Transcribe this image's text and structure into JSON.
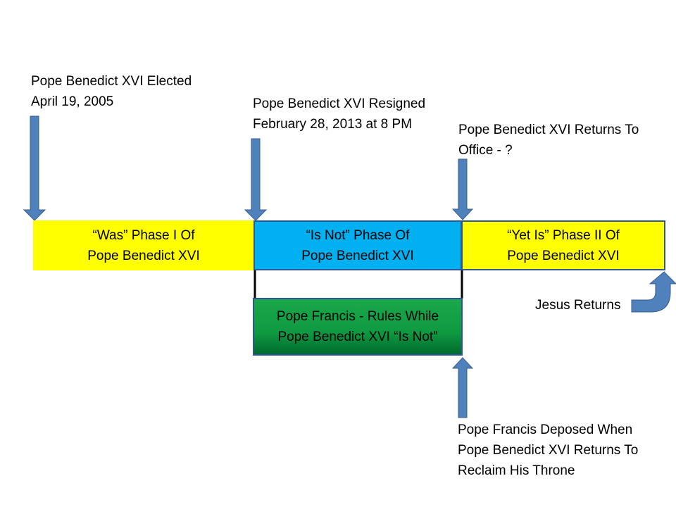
{
  "labels": {
    "elected": [
      "Pope Benedict XVI Elected",
      "April 19, 2005"
    ],
    "resigned": [
      "Pope Benedict XVI Resigned",
      "February 28, 2013 at 8 PM"
    ],
    "returns_to_office": [
      "Pope Benedict XVI Returns To",
      "Office - ?"
    ],
    "deposed": [
      "Pope Francis Deposed When",
      "Pope Benedict XVI Returns To",
      "Reclaim His Throne"
    ],
    "jesus_returns": "Jesus Returns"
  },
  "phases": {
    "was": [
      "“Was” Phase I Of",
      "Pope Benedict XVI"
    ],
    "is_not": [
      "“Is Not” Phase Of",
      "Pope Benedict XVI"
    ],
    "yet_is": [
      "“Yet Is” Phase II Of",
      "Pope Benedict XVI"
    ]
  },
  "francis_box": [
    "Pope Francis  - Rules While",
    "Pope Benedict XVI  “Is Not”"
  ],
  "colors": {
    "yellow": "#ffff00",
    "blue": "#00b0f0",
    "green": "#00b050",
    "green_dark": "#007a37",
    "arrow": "#4f81bd",
    "arrow_outline": "#385d8a",
    "box_outline": "#2e5597"
  }
}
